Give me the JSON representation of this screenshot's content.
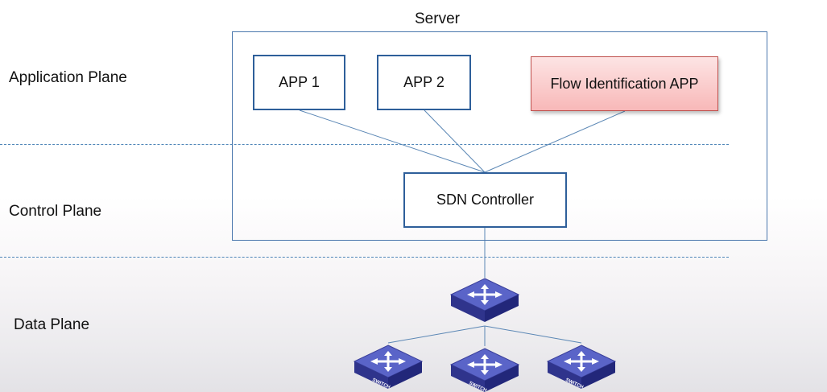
{
  "server": {
    "title": "Server"
  },
  "planes": {
    "application": "Application Plane",
    "control": "Control Plane",
    "data": "Data Plane"
  },
  "apps": [
    {
      "label": "APP 1"
    },
    {
      "label": "APP 2"
    },
    {
      "label": "Flow Identification APP"
    }
  ],
  "controller": {
    "label": "SDN Controller"
  },
  "switches": {
    "label": "SWITCH",
    "core_count": 1,
    "edge_count": 3
  },
  "colors": {
    "box_border": "#2e5f9a",
    "line": "#5b87b5",
    "divider": "#4f86b8",
    "highlight_fill": "#f8b8b8",
    "switch_top": "#5a64c8",
    "switch_side": "#2a2f86"
  }
}
